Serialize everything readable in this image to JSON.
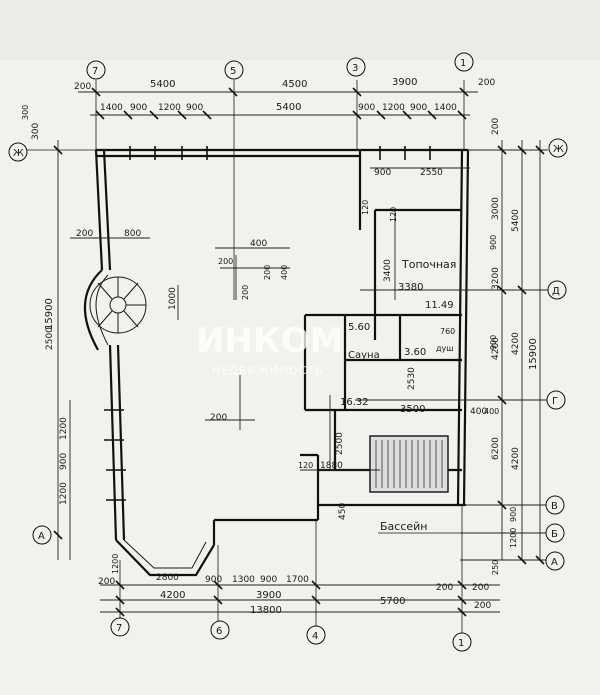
{
  "watermark": {
    "brand": "ИНКОМ",
    "sub": "НЕДВИЖИМОСТЬ"
  },
  "axes": {
    "top": [
      "7",
      "5",
      "3",
      "1"
    ],
    "bottom": [
      "7",
      "6",
      "4",
      "1"
    ],
    "left": [
      "Ж",
      "A"
    ],
    "right": [
      "Ж",
      "Д",
      "Г",
      "В",
      "Б",
      "А"
    ]
  },
  "rooms": {
    "topochnaya": "Топочная",
    "sauna": "Сауна",
    "dush": "душ",
    "basseyn": "Бассейн"
  },
  "areas": {
    "topochnaya": "11.49",
    "sauna_a": "5.60",
    "dush": "3.60",
    "room": "16.32"
  },
  "dims": {
    "top_row1": [
      "200",
      "5400",
      "4500",
      "3900",
      "200"
    ],
    "top_row2": [
      "1400",
      "900",
      "1200",
      "900",
      "5400",
      "900",
      "1200",
      "900",
      "1400"
    ],
    "top_misc": [
      "300",
      "900",
      "2550"
    ],
    "bottom_row1": [
      "200",
      "1200",
      "2800",
      "900",
      "1300",
      "900",
      "1700",
      "200",
      "200"
    ],
    "bottom_row2": [
      "4200",
      "3900",
      "5700"
    ],
    "bottom_total": "13800",
    "bottom_edge": "200",
    "right_col1": [
      "200",
      "3000",
      "3200",
      "4200",
      "6200"
    ],
    "right_col2": [
      "5400",
      "4200",
      "4200"
    ],
    "right_total": "15900",
    "right_small": [
      "900",
      "900",
      "400",
      "1200",
      "900",
      "250"
    ],
    "left_total": "15900",
    "left_misc": [
      "300",
      "1200",
      "900",
      "1200",
      "2500"
    ],
    "interior": [
      "200",
      "800",
      "400",
      "200",
      "200",
      "400",
      "200",
      "1000",
      "3380",
      "3500",
      "2530",
      "400",
      "2500",
      "200",
      "1880",
      "120",
      "120",
      "120",
      "760",
      "3400",
      "450"
    ]
  }
}
